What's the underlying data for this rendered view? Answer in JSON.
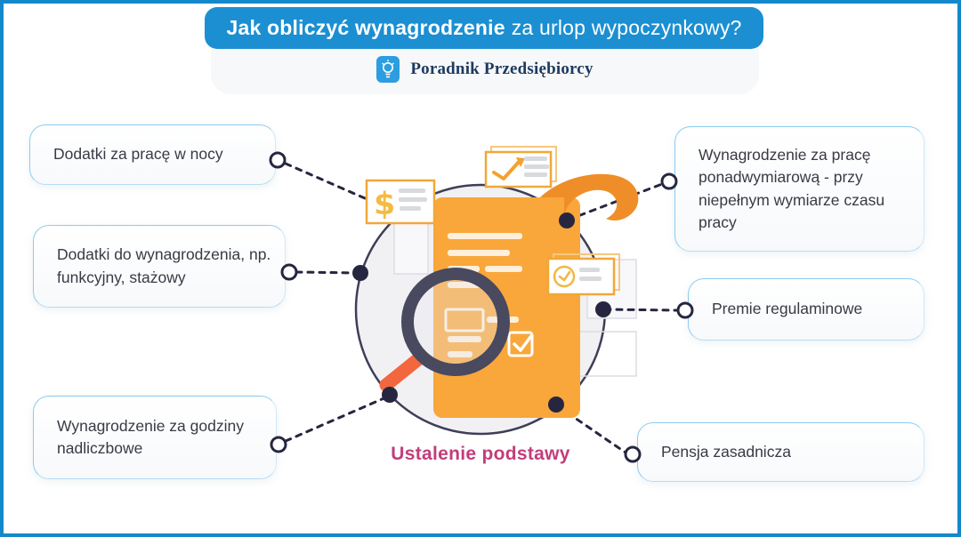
{
  "frame": {
    "border_color": "#1488cb",
    "background": "#ffffff"
  },
  "header": {
    "title_bold": "Jak obliczyć wynagrodzenie",
    "title_regular": "za urlop wypoczynkowy?",
    "bg_color": "#1b8fd2",
    "text_color": "#ffffff"
  },
  "brand": {
    "name": "Poradnik Przedsiębiorcy",
    "icon": "lightbulb-icon",
    "text_color": "#1d3a5f",
    "icon_bg_color": "#2b9de0"
  },
  "diagram": {
    "caption": "Ustalenie podstawy",
    "caption_color": "#c23d7b",
    "left_items": [
      {
        "label": "Dodatki za pracę w nocy"
      },
      {
        "label": "Dodatki do wynagrodzenia, np. funkcyjny, stażowy"
      },
      {
        "label": "Wynagrodzenie za godziny nadliczbowe"
      }
    ],
    "right_items": [
      {
        "label": "Wynagrodzenie za pracę ponadwymiarową - przy niepełnym wymiarze czasu pracy"
      },
      {
        "label": "Premie regulaminowe"
      },
      {
        "label": "Pensja zasadnicza"
      }
    ],
    "center_icons": [
      "document-icon",
      "magnifier-icon",
      "dollar-card-icon",
      "trend-check-card-icon",
      "clock-card-icon",
      "checkbox-icon"
    ],
    "colors": {
      "document_orange": "#f9a73a",
      "document_fold": "#ef8e28",
      "magnifier_ring": "#494960",
      "magnifier_handle": "#f3673e",
      "card_border": "#f0a83a",
      "dollar_yellow": "#f3bc41",
      "connector_navy": "#262640",
      "circle_fill": "#f1f1f4",
      "box_border_blue": "#8ccbee",
      "box_text": "#3a3a45"
    }
  }
}
